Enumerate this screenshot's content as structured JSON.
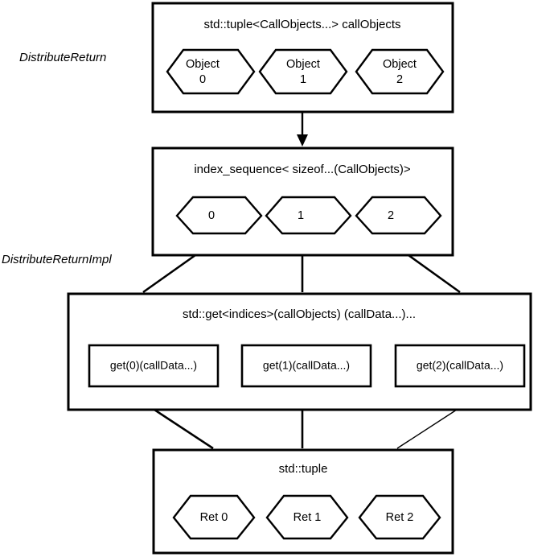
{
  "diagram": {
    "side_labels": [
      {
        "text": "DistributeReturn"
      },
      {
        "text": "DistributeReturnImpl"
      }
    ],
    "nodes": [
      {
        "id": "call-objects-tuple",
        "title": "std::tuple<CallObjects...> callObjects",
        "hexagons": [
          {
            "line1": "Object",
            "line2": "0"
          },
          {
            "line1": "Object",
            "line2": "1"
          },
          {
            "line1": "Object",
            "line2": "2"
          }
        ]
      },
      {
        "id": "index-sequence",
        "title": "index_sequence< sizeof...(CallObjects)>",
        "hexagons": [
          {
            "line1": "0"
          },
          {
            "line1": "1"
          },
          {
            "line1": "2"
          }
        ]
      },
      {
        "id": "std-get-expansion",
        "title": "std::get<indices>(callObjects) (callData...)...",
        "rects": [
          {
            "label": "get(0)(callData...)"
          },
          {
            "label": "get(1)(callData...)"
          },
          {
            "label": "get(2)(callData...)"
          }
        ]
      },
      {
        "id": "result-tuple",
        "title": "std::tuple",
        "hexagons": [
          {
            "line1": "Ret 0"
          },
          {
            "line1": "Ret 1"
          },
          {
            "line1": "Ret 2"
          }
        ]
      }
    ],
    "colors": {
      "stroke": "#000000",
      "fill": "#ffffff",
      "background": "#ffffff"
    }
  }
}
